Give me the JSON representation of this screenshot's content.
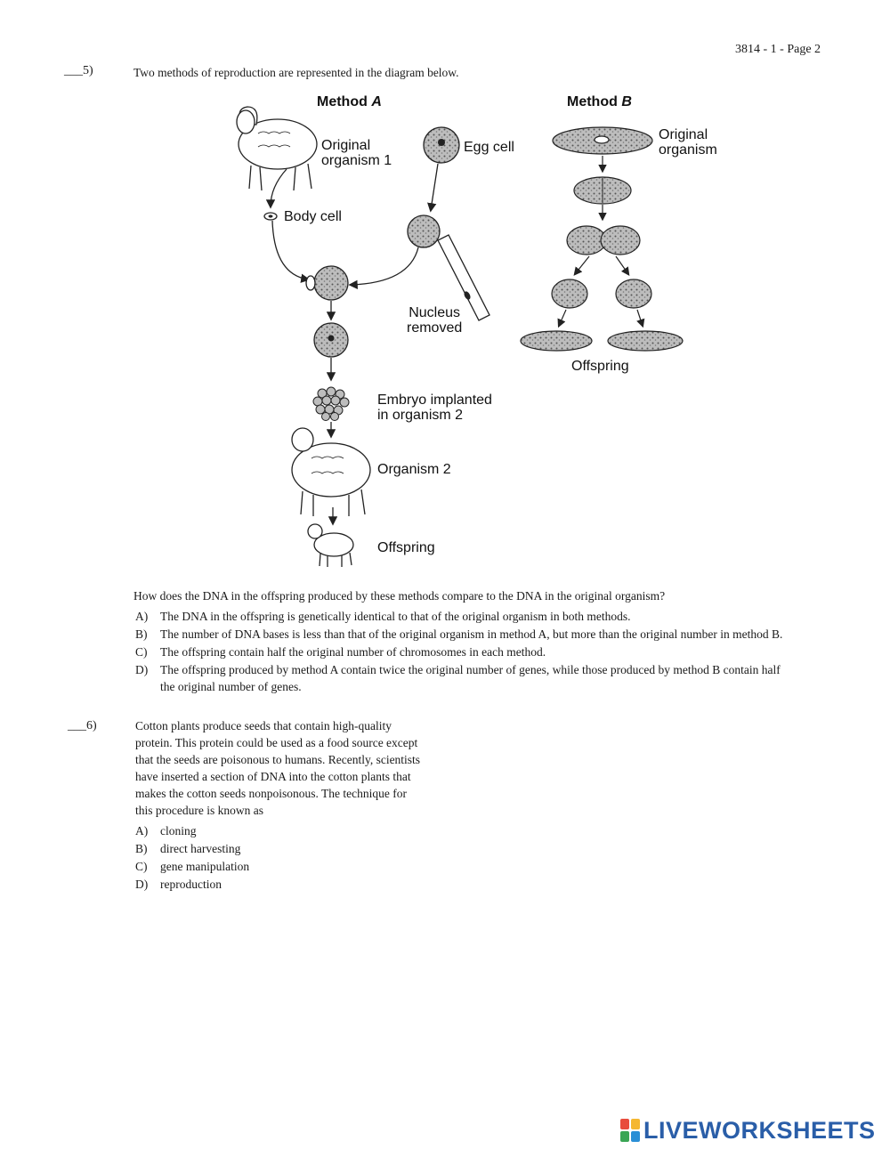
{
  "header": {
    "page_ref": "3814 - 1 - Page 2"
  },
  "question5": {
    "blank": "___",
    "number": "5)",
    "stem": "Two methods of reproduction are represented in the diagram below.",
    "diagram": {
      "method_a": {
        "title_prefix": "Method ",
        "title_letter": "A",
        "original_organism_1": [
          "Original",
          "organism 1"
        ],
        "egg_cell": "Egg cell",
        "body_cell": "Body cell",
        "nucleus_removed": [
          "Nucleus",
          "removed"
        ],
        "embryo_implanted": [
          "Embryo implanted",
          "in organism 2"
        ],
        "organism_2": "Organism 2",
        "offspring": "Offspring"
      },
      "method_b": {
        "title_prefix": "Method ",
        "title_letter": "B",
        "original_organism": [
          "Original",
          "organism"
        ],
        "offspring": "Offspring"
      }
    },
    "question": "How does the DNA in the offspring produced by these methods compare to the DNA in the original organism?",
    "options": [
      {
        "letter": "A)",
        "text": "The DNA in the offspring is genetically identical to that of the original organism in both methods."
      },
      {
        "letter": "B)",
        "text": "The number of DNA bases is less than that of the original organism in method A, but more than the original number in method B."
      },
      {
        "letter": "C)",
        "text": "The offspring contain half the original number of chromosomes in each method."
      },
      {
        "letter": "D)",
        "text": "The offspring produced by method A contain twice the original number of genes, while those produced by method B contain half",
        "text2": "the original number of genes."
      }
    ]
  },
  "question6": {
    "blank": "___",
    "number": "6)",
    "stem_lines": [
      "Cotton plants produce seeds that contain high-quality",
      "protein. This protein could be used as a food source except",
      "that the seeds are poisonous to humans. Recently, scientists",
      "have inserted a section of DNA into the cotton plants that",
      "makes the cotton seeds nonpoisonous. The technique for",
      "this procedure is known as"
    ],
    "options": [
      {
        "letter": "A)",
        "text": "cloning"
      },
      {
        "letter": "B)",
        "text": "direct harvesting"
      },
      {
        "letter": "C)",
        "text": "gene manipulation"
      },
      {
        "letter": "D)",
        "text": "reproduction"
      }
    ]
  },
  "footer": {
    "logo_text": "LIVEWORKSHEETS",
    "logo_colors": [
      "#e84c3d",
      "#f5b731",
      "#3aa655",
      "#2a8fd6"
    ]
  }
}
